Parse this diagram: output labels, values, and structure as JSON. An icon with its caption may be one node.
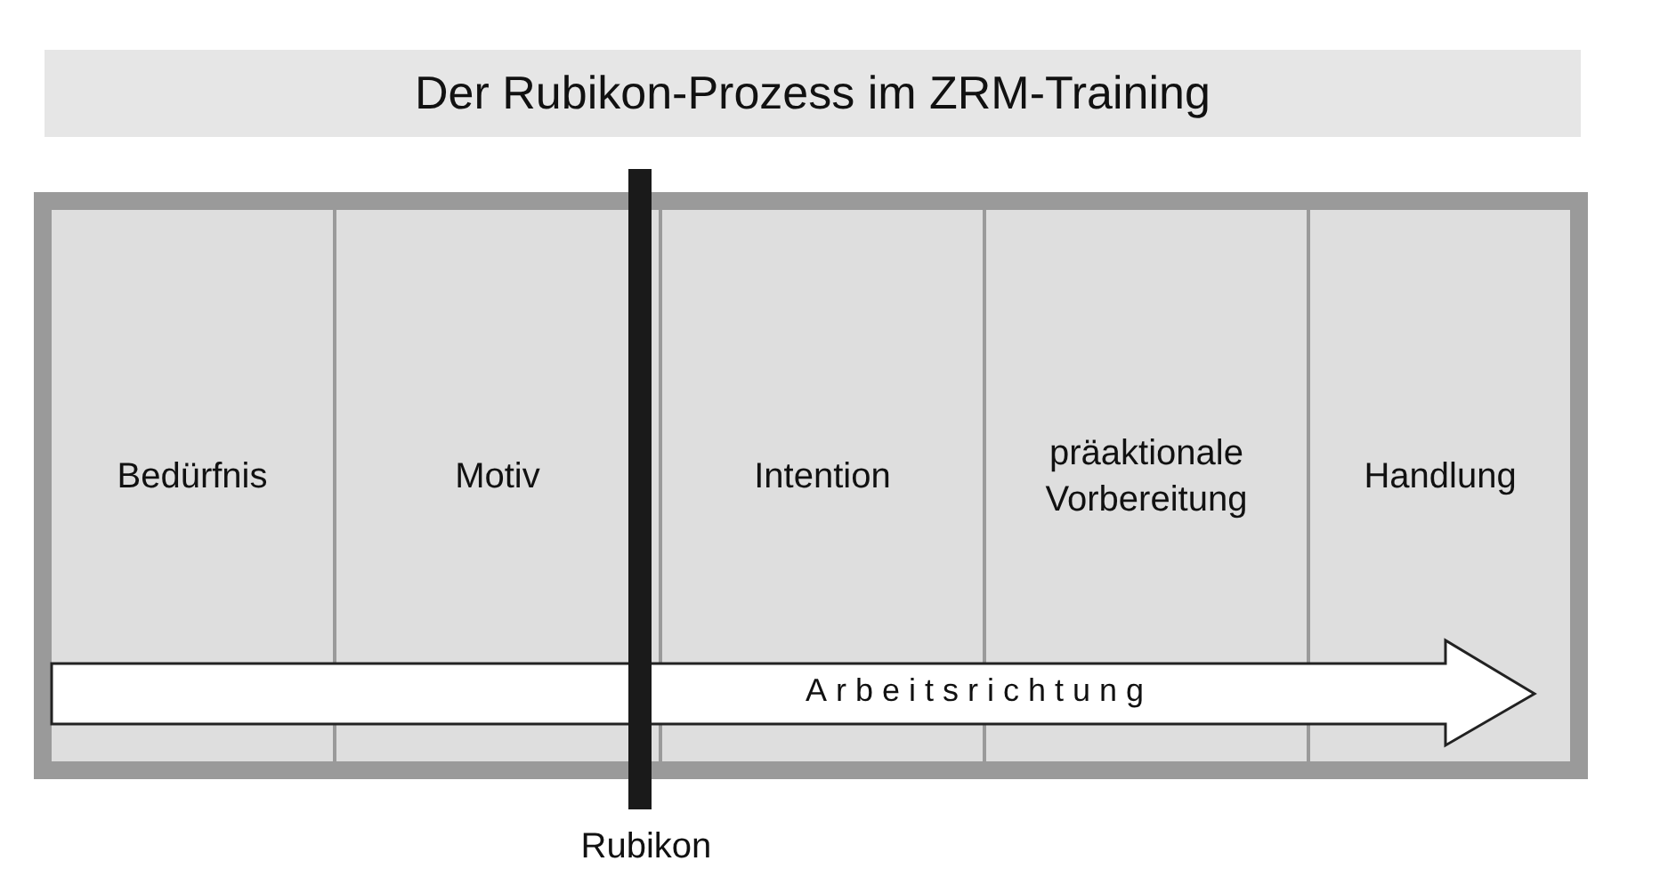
{
  "diagram": {
    "title": "Der Rubikon-Prozess im ZRM-Training",
    "nodes": [
      {
        "text": [
          "Bedürfnis"
        ]
      },
      {
        "text": [
          "Motiv"
        ]
      },
      {
        "text": [
          "Intention"
        ]
      },
      {
        "text": [
          "präaktionale Vorbereitung"
        ]
      },
      {
        "text": [
          "Handlung"
        ]
      }
    ],
    "edges": [],
    "labels": [
      "Arbeitsrichtung",
      "Rubikon"
    ]
  }
}
